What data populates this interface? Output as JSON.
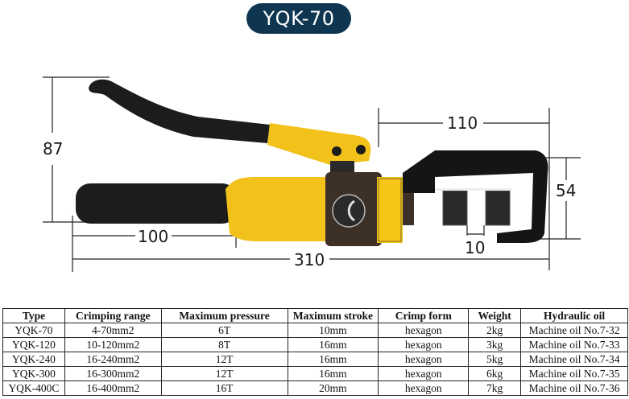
{
  "header": {
    "title": "YQK-70",
    "pill_color": "#0f3650"
  },
  "diagram": {
    "tool_colors": {
      "handle_black": "#1c1c1c",
      "body_yellow": "#f2c21b",
      "head_black": "#151515",
      "collar_brown": "#3d3026"
    },
    "dimensions": {
      "height_handle": "87",
      "grip_length": "100",
      "total_length": "310",
      "head_length": "110",
      "head_height": "54",
      "jaw_gap": "10"
    }
  },
  "table": {
    "headers": [
      "Type",
      "Crimping range",
      "Maximum pressure",
      "Maximum stroke",
      "Crimp form",
      "Weight",
      "Hydraulic oil"
    ],
    "rows": [
      [
        "YQK-70",
        "4-70mm2",
        "6T",
        "10mm",
        "hexagon",
        "2kg",
        "Machine oil No.7-32"
      ],
      [
        "YQK-120",
        "10-120mm2",
        "8T",
        "16mm",
        "hexagon",
        "3kg",
        "Machine oil No.7-33"
      ],
      [
        "YQK-240",
        "16-240mm2",
        "12T",
        "16mm",
        "hexagon",
        "5kg",
        "Machine oil No.7-34"
      ],
      [
        "YQK-300",
        "16-300mm2",
        "12T",
        "16mm",
        "hexagon",
        "6kg",
        "Machine oil No.7-35"
      ],
      [
        "YQK-400C",
        "16-400mm2",
        "16T",
        "20mm",
        "hexagon",
        "7kg",
        "Machine oil No.7-36"
      ]
    ]
  }
}
